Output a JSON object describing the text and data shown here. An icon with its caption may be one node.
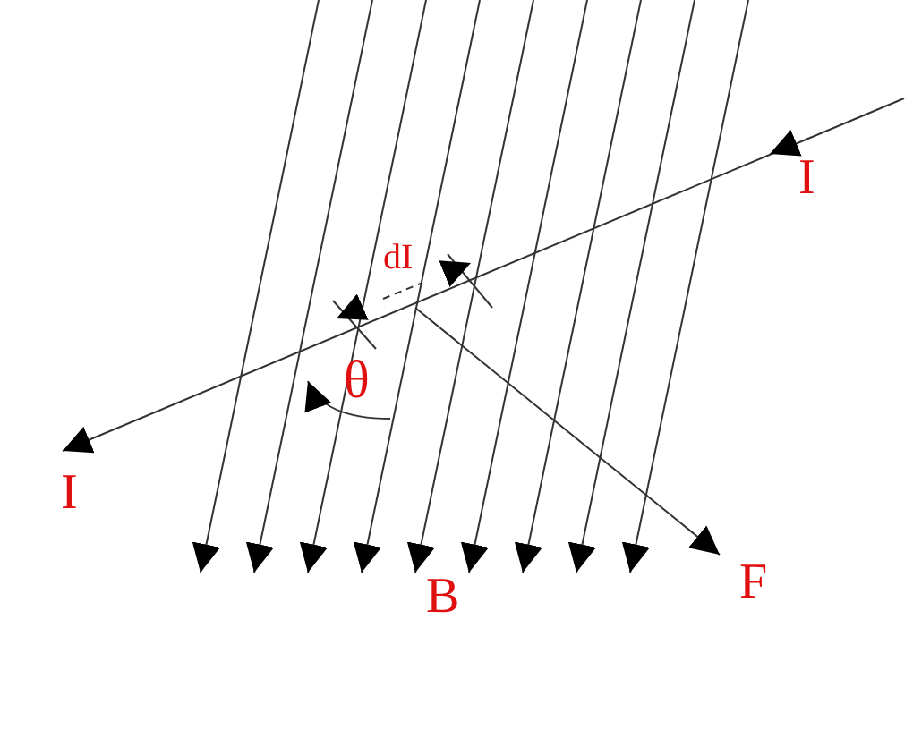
{
  "diagram": {
    "labels": [
      "I",
      "dI",
      "θ",
      "I",
      "F",
      "B"
    ]
  }
}
